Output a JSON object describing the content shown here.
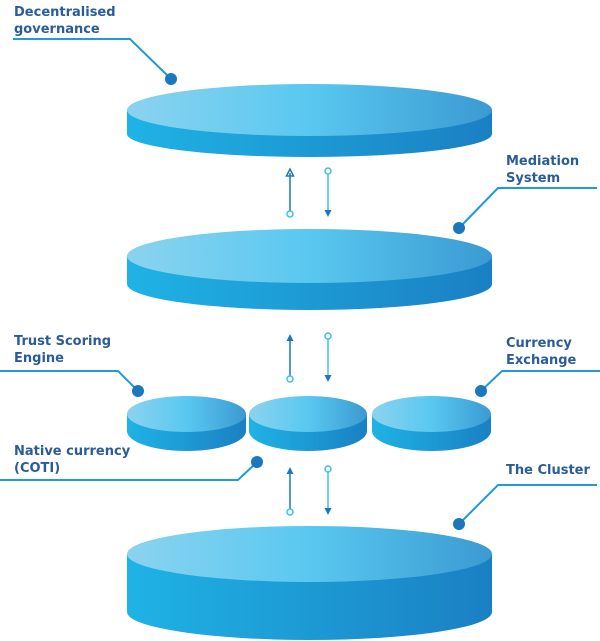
{
  "colors": {
    "label_text": "#2a5c9a",
    "leader_line": "#1f9bd7",
    "dot": "#1b78bf",
    "top_light": "#8bd3ef",
    "top_mid": "#59c8f0",
    "top_dark": "#3b9ad2",
    "side_light": "#1fb3e5",
    "side_dark": "#1a80c3",
    "arrow_up": "#1b78bf",
    "arrow_light": "#3fc0ec"
  },
  "layers": [
    {
      "id": "decentralised-governance",
      "label": "Decentralised\ngovernance"
    },
    {
      "id": "mediation-system",
      "label": "Mediation\nSystem"
    },
    {
      "id": "trust-scoring-engine",
      "label": "Trust Scoring\nEngine"
    },
    {
      "id": "native-currency",
      "label": "Native currency\n(COTI)"
    },
    {
      "id": "currency-exchange",
      "label": "Currency\nExchange"
    },
    {
      "id": "the-cluster",
      "label": "The Cluster"
    }
  ]
}
